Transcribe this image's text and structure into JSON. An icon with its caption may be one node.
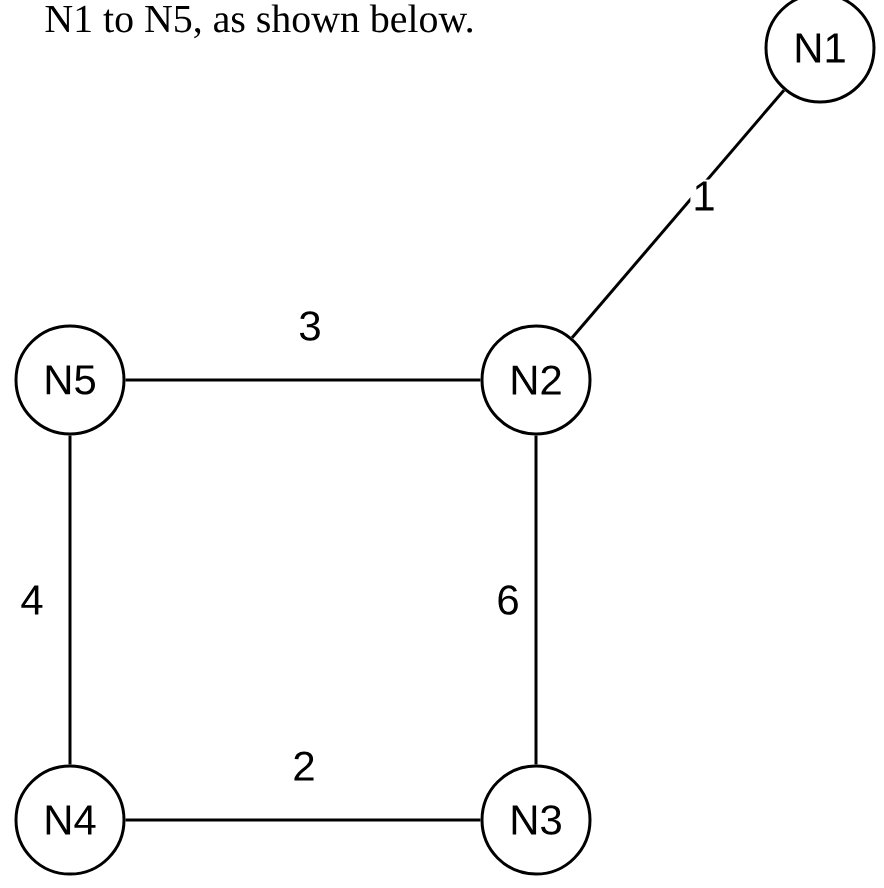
{
  "diagram": {
    "nodes": [
      {
        "text": [
          "N1"
        ]
      },
      {
        "text": [
          "N2"
        ]
      },
      {
        "text": [
          "N5"
        ]
      },
      {
        "text": [
          "N4"
        ]
      },
      {
        "text": [
          "N3"
        ]
      }
    ],
    "edges": [
      {
        "from": 0,
        "to": 1,
        "arrow": "none",
        "label": "1"
      },
      {
        "from": 3,
        "to": 4,
        "arrow": "none",
        "label": "2"
      },
      {
        "from": 2,
        "to": 1,
        "arrow": "none",
        "label": "3"
      },
      {
        "from": 2,
        "to": 3,
        "arrow": "none",
        "label": "4"
      },
      {
        "from": 1,
        "to": 4,
        "arrow": "none",
        "label": "6"
      }
    ],
    "labels": [
      "N1 to N5, as shown below."
    ]
  }
}
